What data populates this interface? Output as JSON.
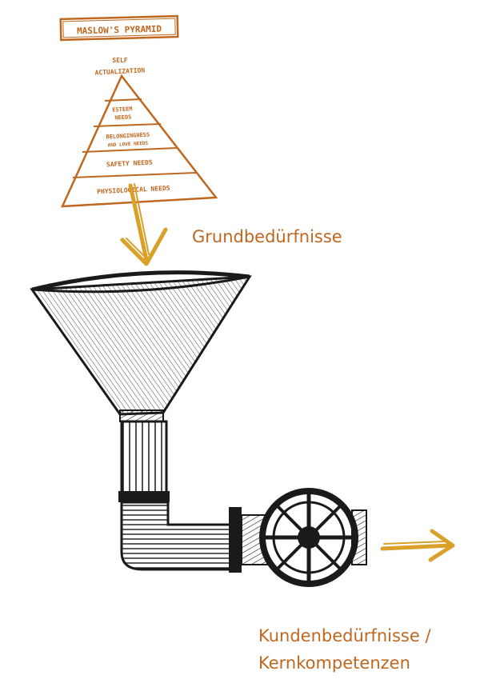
{
  "pyramid": {
    "title": "MASLOW'S PYRAMID",
    "levels": [
      {
        "line1": "SELF",
        "line2": "ACTUALIZATION"
      },
      {
        "line1": "ESTEEM",
        "line2": "NEEDS"
      },
      {
        "line1": "BELONGINGNESS",
        "line2": "AND LOVE NEEDS"
      },
      {
        "line1": "SAFETY NEEDS",
        "line2": ""
      },
      {
        "line1": "PHYSIOLOGICAL NEEDS",
        "line2": ""
      }
    ]
  },
  "labels": {
    "input": "Grundbedürfnisse",
    "output_line1": "Kundenbedürfnisse /",
    "output_line2": "Kernkompetenzen"
  },
  "colors": {
    "sketch": "#c0671f",
    "arrow": "#d9a12a",
    "ink": "#1a1a1a"
  }
}
